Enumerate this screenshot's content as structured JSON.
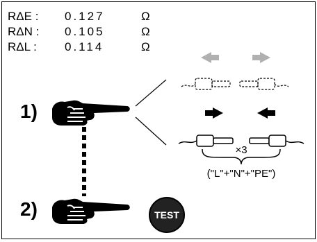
{
  "readings": [
    {
      "label": "RΔE :",
      "value": "0.127",
      "unit": "Ω"
    },
    {
      "label": "RΔN :",
      "value": "0.105",
      "unit": "Ω"
    },
    {
      "label": "RΔL :",
      "value": "0.114",
      "unit": "Ω"
    }
  ],
  "steps": {
    "one": "1)",
    "two": "2)"
  },
  "repeat_text": "×3",
  "conductors_text": "(\"L\"+\"N\"+\"PE\")",
  "test_button_label": "TEST",
  "colors": {
    "background": "#ffffff",
    "ink": "#000000",
    "disabled": "#b0b0b0",
    "button": "#222222"
  }
}
